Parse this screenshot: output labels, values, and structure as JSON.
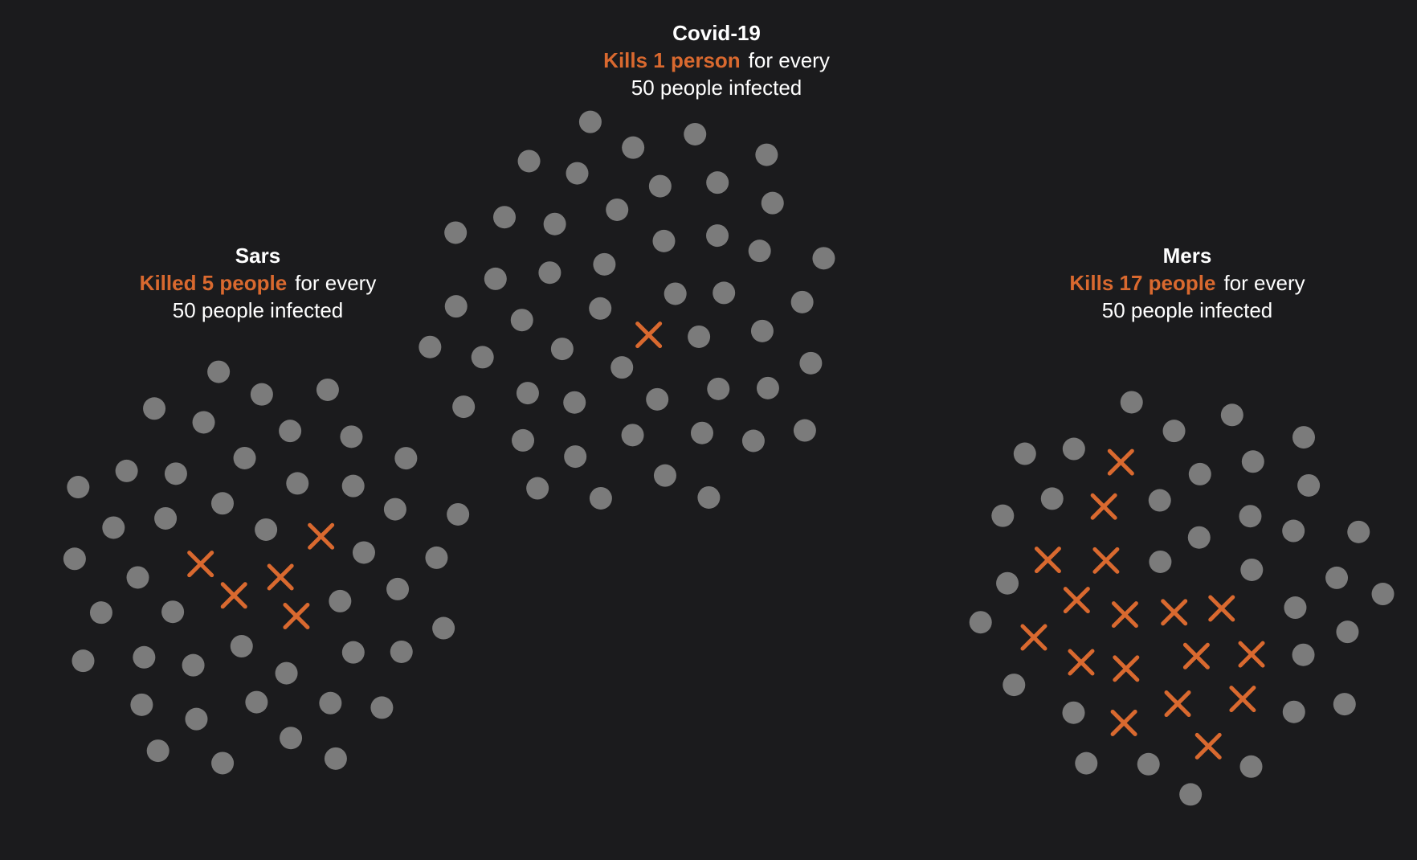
{
  "colors": {
    "background": "#1b1b1d",
    "dot": "#7b7b7b",
    "death": "#d9692f",
    "text": "#ffffff"
  },
  "chart_data": [
    {
      "type": "scatter",
      "title": "Sars",
      "highlight": "Killed 5 people",
      "rest": "for every",
      "line2": "50 people infected",
      "total": 50,
      "deaths": 5
    },
    {
      "type": "scatter",
      "title": "Covid-19",
      "highlight": "Kills 1 person",
      "rest": "for every",
      "line2": "50 people infected",
      "total": 50,
      "deaths": 1
    },
    {
      "type": "scatter",
      "title": "Mers",
      "highlight": "Kills 17 people",
      "rest": "for every",
      "line2": "50 people infected",
      "total": 50,
      "deaths": 17
    }
  ]
}
